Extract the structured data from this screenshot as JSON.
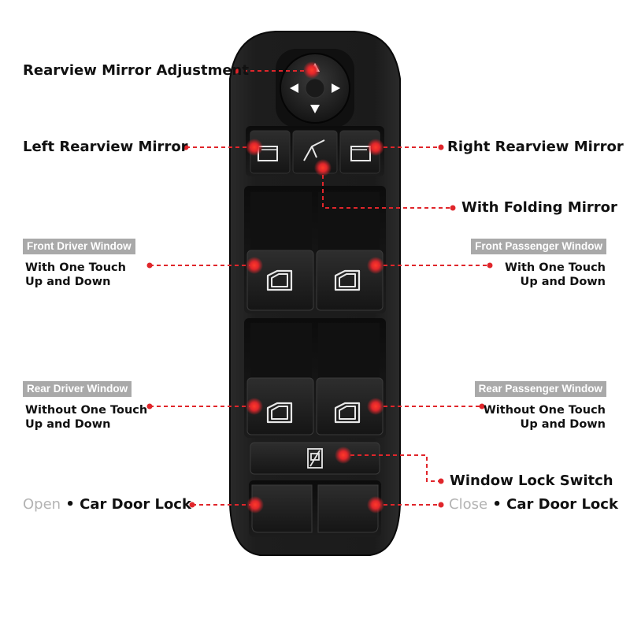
{
  "labels": {
    "mirror_adjust": "Rearview Mirror Adjustment",
    "left_mirror": "Left Rearview Mirror",
    "right_mirror": "Right Rearview Mirror",
    "folding_mirror": "With Folding Mirror",
    "front_driver_badge": "Front Driver Window",
    "front_driver_line1": "With One Touch",
    "front_driver_line2": "Up and Down",
    "front_passenger_badge": "Front Passenger Window",
    "front_passenger_line1": "With One Touch",
    "front_passenger_line2": "Up and Down",
    "rear_driver_badge": "Rear Driver Window",
    "rear_driver_line1": "Without One Touch",
    "rear_driver_line2": "Up and Down",
    "rear_passenger_badge": "Rear Passenger Window",
    "rear_passenger_line1": "Without One Touch",
    "rear_passenger_line2": "Up and Down",
    "window_lock": "Window Lock Switch",
    "open_word": "Open",
    "close_word": "Close",
    "bullet": "•",
    "door_lock_left": "Car Door Lock",
    "door_lock_right": "Car Door Lock"
  },
  "colors": {
    "accent_red": "#e0262b",
    "panel": "#1c1c1c",
    "badge_grey": "#a9a9a9",
    "muted_text": "#b3b3b3"
  },
  "icons": {
    "mirror_dpad": "direction-arrows-icon",
    "mirror_left": "left-mirror-icon",
    "mirror_fold": "fold-mirror-icon",
    "mirror_right": "right-mirror-icon",
    "window": "window-glass-icon",
    "lock": "window-lock-icon"
  }
}
